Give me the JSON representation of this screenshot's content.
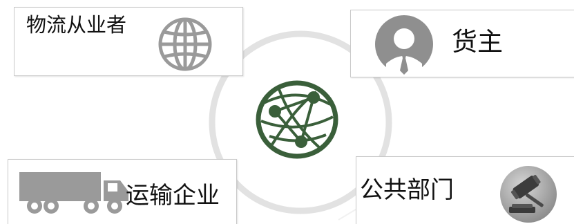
{
  "nodes": {
    "logistics_workers": {
      "label": "物流从业者",
      "icon": "globe-icon"
    },
    "cargo_owner": {
      "label": "货主",
      "icon": "person-icon"
    },
    "transport_company": {
      "label": "运输企业",
      "icon": "truck-icon"
    },
    "public_sector": {
      "label": "公共部门",
      "icon": "gavel-icon"
    }
  },
  "center": {
    "icon": "network-globe-icon"
  },
  "colors": {
    "icon_gray": "#9a9a9a",
    "center_green": "#3a5f3a",
    "ring": "#e2e2e2",
    "card_border": "#c9c9c9"
  }
}
